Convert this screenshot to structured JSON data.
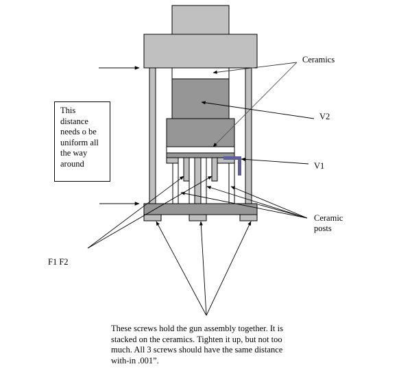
{
  "labels": {
    "ceramics": "Ceramics",
    "v2": "V2",
    "v1": "V1",
    "ceramic_posts_line1": "Ceramic",
    "ceramic_posts_line2": "posts",
    "f1f2": "F1 F2"
  },
  "note_box": {
    "lines": [
      "This",
      "distance",
      "needs o be",
      "uniform all",
      "the way",
      "around"
    ]
  },
  "caption": {
    "lines": [
      "These screws hold the gun assembly together. It is",
      "stacked on the ceramics.  Tighten it up, but not too",
      "much.  All 3 screws should have the same distance",
      "with-in .001”."
    ]
  },
  "colors": {
    "light_gray": "#c0c0c0",
    "dark_gray": "#969696",
    "ceramic_white": "#ffffff",
    "v1_bracket": "#5f5f99",
    "outline": "#000000",
    "leader_line": "#555555"
  }
}
